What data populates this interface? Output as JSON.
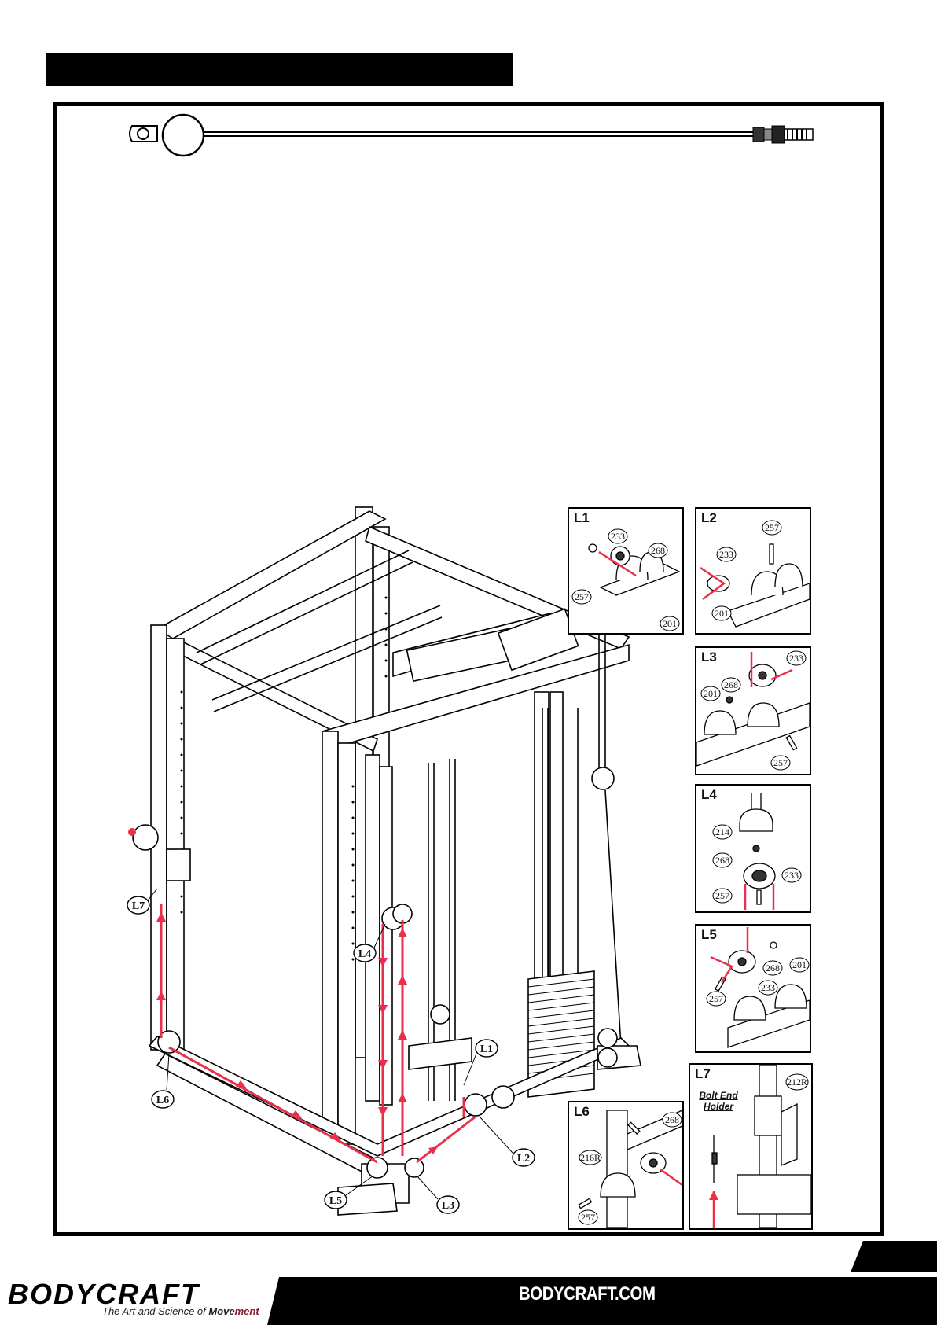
{
  "header": {
    "title": ""
  },
  "callouts": {
    "L1": "L1",
    "L2": "L2",
    "L3": "L3",
    "L4": "L4",
    "L5": "L5",
    "L6": "L6",
    "L7": "L7"
  },
  "insets": [
    {
      "id": "L1",
      "label": "L1",
      "parts": [
        "233",
        "268",
        "257",
        "201"
      ]
    },
    {
      "id": "L2",
      "label": "L2",
      "parts": [
        "257",
        "233",
        "201"
      ]
    },
    {
      "id": "L3",
      "label": "L3",
      "parts": [
        "233",
        "268",
        "201",
        "257"
      ]
    },
    {
      "id": "L4",
      "label": "L4",
      "parts": [
        "214",
        "268",
        "233",
        "257"
      ]
    },
    {
      "id": "L5",
      "label": "L5",
      "parts": [
        "268",
        "201",
        "233",
        "257"
      ]
    },
    {
      "id": "L6",
      "label": "L6",
      "parts": [
        "268",
        "216R",
        "257"
      ]
    },
    {
      "id": "L7",
      "label": "L7",
      "parts": [
        "212R"
      ],
      "holder_line1": "Bolt End",
      "holder_line2": "Holder"
    }
  ],
  "footer": {
    "brand": "BODYCRAFT",
    "tagline_prefix": "The Art and Science of ",
    "tagline_move": "Move",
    "tagline_ment": "ment",
    "website": "BODYCRAFT.COM"
  },
  "colors": {
    "cable_route": "#e8304a",
    "ink": "#000000",
    "accent": "#8b1a2b"
  }
}
